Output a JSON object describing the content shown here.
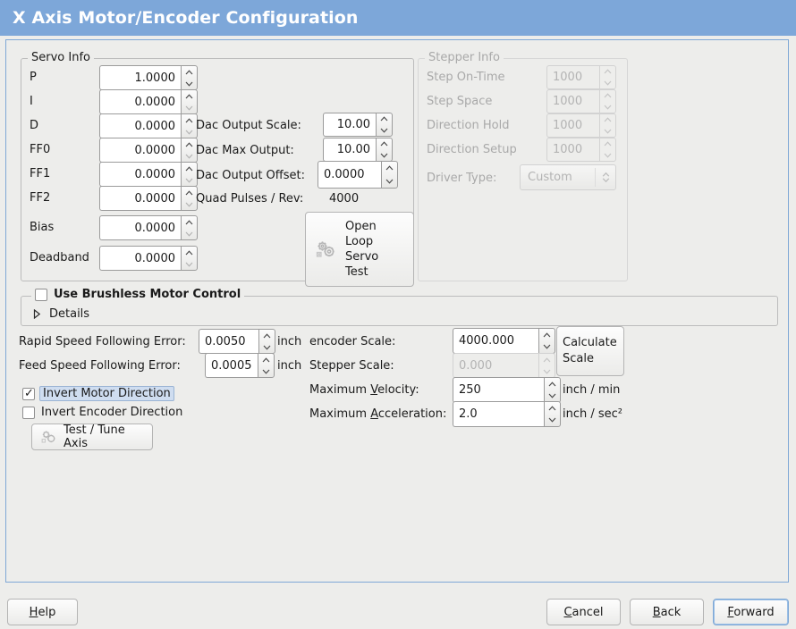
{
  "window": {
    "title": "X Axis Motor/Encoder Configuration"
  },
  "servo_info": {
    "legend": "Servo Info",
    "rows": [
      {
        "label": "P",
        "value": "1.0000"
      },
      {
        "label": "I",
        "value": "0.0000"
      },
      {
        "label": "D",
        "value": "0.0000"
      },
      {
        "label": "FF0",
        "value": "0.0000"
      },
      {
        "label": "FF1",
        "value": "0.0000"
      },
      {
        "label": "FF2",
        "value": "0.0000"
      },
      {
        "label": "Bias",
        "value": "0.0000"
      },
      {
        "label": "Deadband",
        "value": "0.0000"
      }
    ],
    "dac": [
      {
        "label": "Dac Output Scale:",
        "value": "10.00"
      },
      {
        "label": "Dac Max Output:",
        "value": "10.00"
      },
      {
        "label": "Dac Output Offset:",
        "value": "0.0000"
      }
    ],
    "quad_pulses_label": "Quad Pulses / Rev:",
    "quad_pulses_value": "4000",
    "open_loop_button": "Open\nLoop\nServo\nTest",
    "open_loop_lines": [
      "Open",
      "Loop",
      "Servo",
      "Test"
    ],
    "open_loop_icon": "gears-icon"
  },
  "stepper_info": {
    "legend": "Stepper Info",
    "enabled": false,
    "rows": [
      {
        "label": "Step On-Time",
        "value": "1000"
      },
      {
        "label": "Step Space",
        "value": "1000"
      },
      {
        "label": "Direction Hold",
        "value": "1000"
      },
      {
        "label": "Direction Setup",
        "value": "1000"
      }
    ],
    "driver_type_label": "Driver Type:",
    "driver_type_value": "Custom"
  },
  "brushless": {
    "checkbox_label": "Use Brushless Motor Control",
    "checked": false,
    "details_label": "Details",
    "details_expanded": false
  },
  "errors": {
    "rapid_label": "Rapid Speed Following Error:",
    "rapid_value": "0.0050",
    "rapid_unit": "inch",
    "feed_label": "Feed Speed Following Error:",
    "feed_value": "0.0005",
    "feed_unit": "inch"
  },
  "direction": {
    "invert_motor_label": "Invert Motor Direction",
    "invert_motor_checked": true,
    "invert_motor_focused": true,
    "invert_encoder_label": "Invert Encoder Direction",
    "invert_encoder_checked": false,
    "test_tune_label": "Test / Tune Axis",
    "test_tune_icon": "gears-icon"
  },
  "scales": {
    "encoder_label": "encoder Scale:",
    "encoder_value": "4000.000",
    "stepper_label": "Stepper Scale:",
    "stepper_value": "0.000",
    "stepper_enabled": false,
    "calculate_lines": [
      "Calculate",
      "Scale"
    ],
    "max_velocity_label_pre": "Maximum ",
    "max_velocity_label_mnemonic": "V",
    "max_velocity_label_post": "elocity:",
    "max_velocity_value": "250",
    "max_velocity_unit": "inch / min",
    "max_accel_label_pre": "Maximum ",
    "max_accel_label_mnemonic": "A",
    "max_accel_label_post": "cceleration:",
    "max_accel_value": "2.0",
    "max_accel_unit": "inch / sec²"
  },
  "footer": {
    "help_pre": "",
    "help_mnemonic": "H",
    "help_post": "elp",
    "cancel_pre": "",
    "cancel_mnemonic": "C",
    "cancel_post": "ancel",
    "back_pre": "",
    "back_mnemonic": "B",
    "back_post": "ack",
    "forward_pre": "",
    "forward_mnemonic": "F",
    "forward_post": "orward"
  },
  "colors": {
    "titlebar": "#7da7d9",
    "background": "#ededeb",
    "frame_border": "#7fa8d6",
    "focus_highlight": "#cfddf0"
  }
}
